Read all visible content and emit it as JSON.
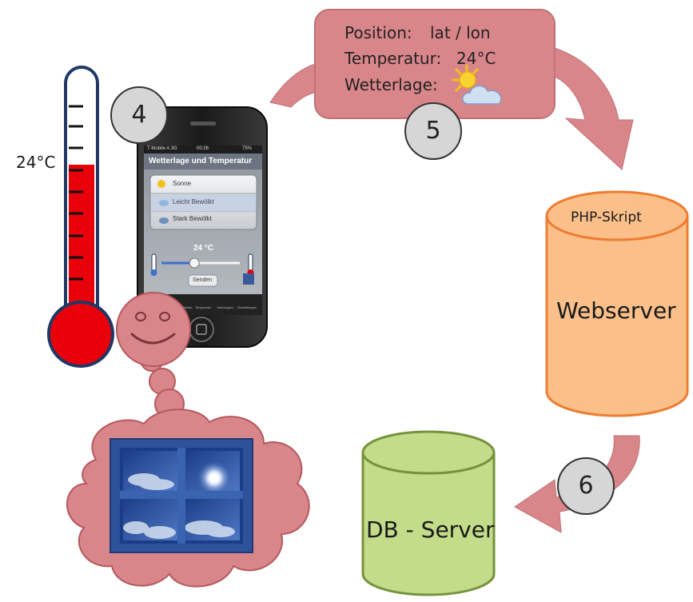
{
  "thermometer": {
    "reading": "24°C"
  },
  "message": {
    "position_label": "Position:",
    "position_value": "lat / lon",
    "temperature_label": "Temperatur:",
    "temperature_value": "24°C",
    "weather_label": "Wetterlage:",
    "weather_icon": "sun-cloud-icon"
  },
  "steps": {
    "step4": "4",
    "step5": "5",
    "step6": "6"
  },
  "webserver": {
    "script_label": "PHP-Skript",
    "title": "Webserver"
  },
  "database": {
    "title": "DB - Server"
  },
  "phone": {
    "carrier": "T-Mobile A  3G",
    "time": "00:26",
    "battery": "75%",
    "app_title": "Wetterlage und Temperatur",
    "options": [
      "Sonne",
      "Leicht Bewölkt",
      "Stark Bewölkt"
    ],
    "temperature": "24 °C",
    "slider_value": 0.42,
    "send_button": "Senden",
    "tabs": [
      "Wetter",
      "Temperatur",
      "Meldungen",
      "Einstellungen"
    ]
  },
  "colors": {
    "message_fill": "#d9868b",
    "arrow_fill": "#d9868b",
    "webserver_fill": "#fbbf8a",
    "webserver_stroke": "#ed7d31",
    "db_fill": "#c2dc8a",
    "db_stroke": "#76923c",
    "mercury": "#e8000a",
    "step_circle": "#d6d6d6"
  }
}
